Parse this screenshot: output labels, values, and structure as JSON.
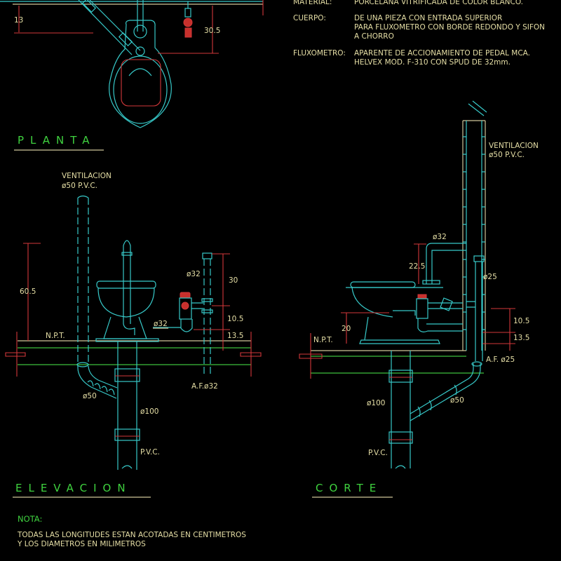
{
  "specs": [
    {
      "label": "MATERIAL:",
      "lines": [
        "PORCELANA VITRIFICADA DE COLOR BLANCO."
      ]
    },
    {
      "label": "CUERPO:",
      "lines": [
        "DE UNA PIEZA CON ENTRADA SUPERIOR",
        "PARA FLUXOMETRO CON BORDE REDONDO Y SIFON",
        "A CHORRO"
      ]
    },
    {
      "label": "FLUXOMETRO:",
      "lines": [
        "APARENTE DE ACCIONAMIENTO DE PEDAL MCA.",
        "HELVEX MOD. F-310 CON SPUD DE 32mm."
      ]
    }
  ],
  "planta": {
    "title": "PLANTA",
    "dim_left": "13",
    "dim_right": "30.5"
  },
  "elevacion": {
    "title": "ELEVACION",
    "vent_label": "VENTILACION",
    "vent_size": "ø50 P.V.C.",
    "dim_height": "60.5",
    "npt": "N.P.T.",
    "pipe_supply": "ø32",
    "dim_30": "30",
    "dim_10_5": "10.5",
    "dim_13_5": "13.5",
    "pipe_flux": "ø32",
    "af": "A.F.ø32",
    "pipe_50": "ø50",
    "pipe_100": "ø100",
    "pvc": "P.V.C."
  },
  "corte": {
    "title": "CORTE",
    "vent_label": "VENTILACION",
    "vent_size": "ø50 P.V.C.",
    "pipe_32": "ø32",
    "dim_22_5": "22.5",
    "pipe_25": "ø25",
    "dim_20": "20",
    "npt": "N.P.T.",
    "dim_10_5": "10.5",
    "dim_13_5": "13.5",
    "af": "A.F. ø25",
    "pipe_100": "ø100",
    "pipe_50": "ø50",
    "pvc": "P.V.C."
  },
  "nota": {
    "title": "NOTA:",
    "lines": [
      "TODAS LAS LONGITUDES ESTAN ACOTADAS EN CENTIMETROS",
      "Y LOS DIAMETROS EN MILIMETROS"
    ]
  },
  "colors": {
    "pipes": "#37c9c9",
    "dimensions": "#d2383a",
    "text": "#e6dfa6",
    "titles": "#3fd23f"
  }
}
